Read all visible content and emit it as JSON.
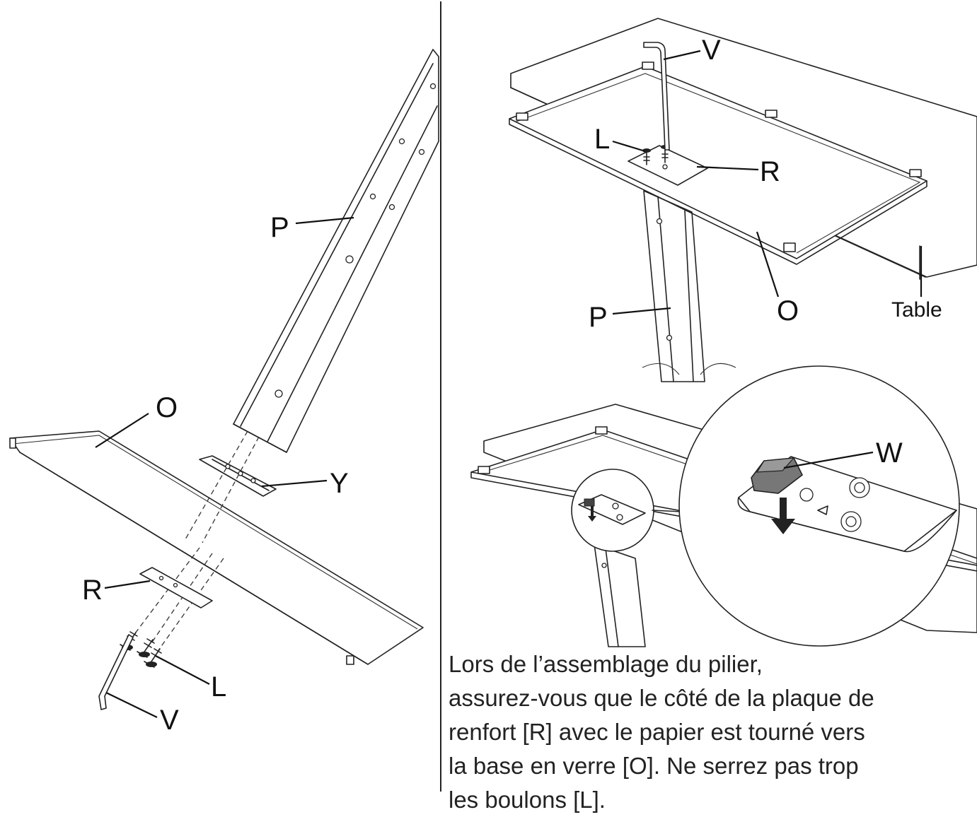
{
  "labels": {
    "left": {
      "P": "P",
      "O": "O",
      "Y": "Y",
      "R": "R",
      "L": "L",
      "V": "V"
    },
    "top_right": {
      "V": "V",
      "L": "L",
      "R": "R",
      "O": "O",
      "P": "P",
      "table": "Table"
    },
    "bottom_right": {
      "W": "W"
    }
  },
  "instruction": {
    "lines": [
      "Lors de l’assemblage du pilier,",
      "assurez-vous que le côté de la plaque de",
      "renfort [R] avec le papier est tourné vers",
      "la base en verre [O]. Ne serrez pas trop",
      "les boulons [L]."
    ]
  }
}
